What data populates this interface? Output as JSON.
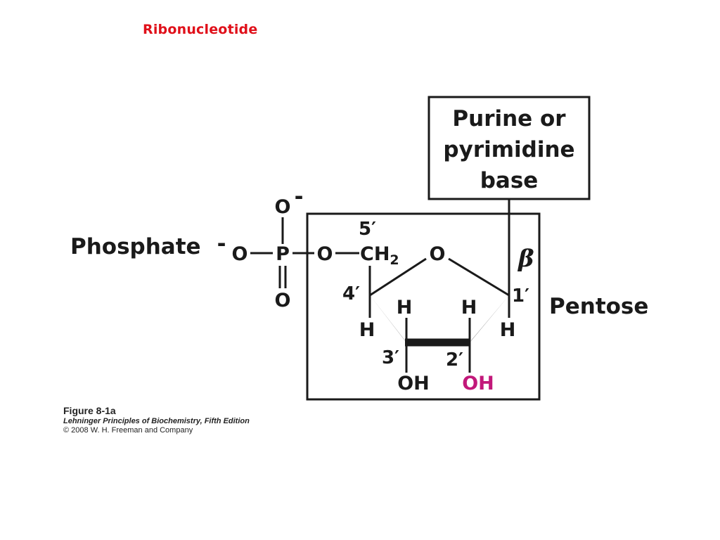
{
  "title": "Ribonucleotide",
  "diagram": {
    "base_label": [
      "Purine  or",
      "pyrimidine",
      "base"
    ],
    "phosphate_label": "Phosphate",
    "pentose_label": "Pentose",
    "charge_top": "-",
    "charge_left": "-",
    "atoms": {
      "o_top": "O",
      "o_left": "O",
      "p": "P",
      "o_bottom": "O",
      "o_ester": "O",
      "ch2": "CH",
      "ch2_sub": "2",
      "o_ring": "O",
      "h_c4": "H",
      "h_c3": "H",
      "h_c2": "H",
      "h_c1": "H",
      "oh_3": "OH",
      "oh_2": "OH"
    },
    "positions": {
      "c5": "5′",
      "c4": "4′",
      "c3": "3′",
      "c2": "2′",
      "c1": "1′"
    },
    "beta": "β",
    "colors": {
      "title": "#e0101a",
      "oh_2": "#c2187a",
      "ink": "#1a1a1a"
    }
  },
  "caption": {
    "figure": "Figure 8-1a",
    "book": "Lehninger Principles of Biochemistry, Fifth Edition",
    "copyright": "© 2008 W. H. Freeman and Company"
  }
}
